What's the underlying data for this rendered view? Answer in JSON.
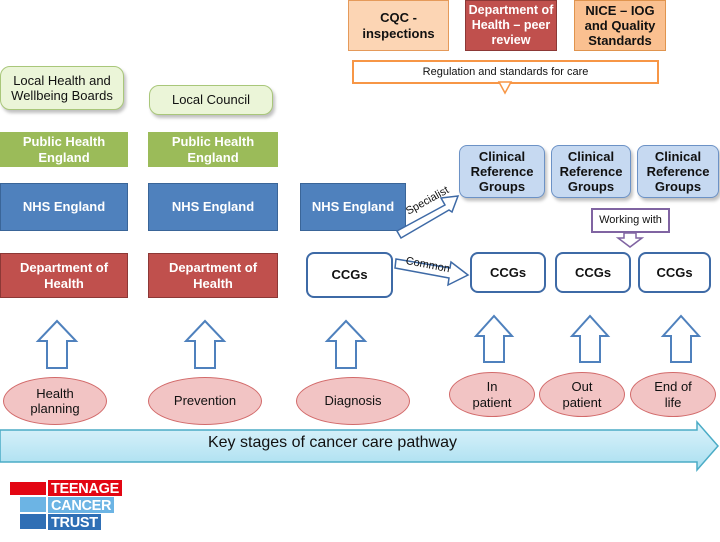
{
  "top_bodies": {
    "cqc": "CQC - inspections",
    "doh_peer": "Department of Health – peer review",
    "nice": "NICE – IOG and Quality Standards",
    "regulation": "Regulation and standards for care"
  },
  "columns": {
    "health_planning": {
      "top": "Local Health and Wellbeing Boards",
      "phe": "Public Health England",
      "nhs": "NHS England",
      "doh": "Department of Health",
      "stage": "Health planning"
    },
    "prevention": {
      "top": "Local Council",
      "phe": "Public Health England",
      "nhs": "NHS England",
      "doh": "Department of Health",
      "stage": "Prevention"
    },
    "diagnosis": {
      "nhs": "NHS England",
      "ccg": "CCGs",
      "specialist": "Specialist",
      "common": "Common",
      "stage": "Diagnosis"
    },
    "in_patient": {
      "crg": "Clinical Reference Groups",
      "ccg": "CCGs",
      "stage": "In patient"
    },
    "out_patient": {
      "crg": "Clinical Reference Groups",
      "ccg": "CCGs",
      "stage": "Out patient"
    },
    "end_of_life": {
      "crg": "Clinical Reference Groups",
      "ccg": "CCGs",
      "stage": "End of life"
    },
    "working_with": "Working with"
  },
  "pathway": {
    "label": "Key stages of cancer care pathway"
  },
  "logo": {
    "line1": "TEENAGE",
    "line2": "CANCER",
    "line3": "TRUST"
  },
  "colors": {
    "green": "#9bbb59",
    "blue": "#4f81bd",
    "red": "#c0504d",
    "crg_blue": "#c6d9f1",
    "orange": "#f79646",
    "pink": "#f2c4c4",
    "purple": "#8064a2"
  }
}
